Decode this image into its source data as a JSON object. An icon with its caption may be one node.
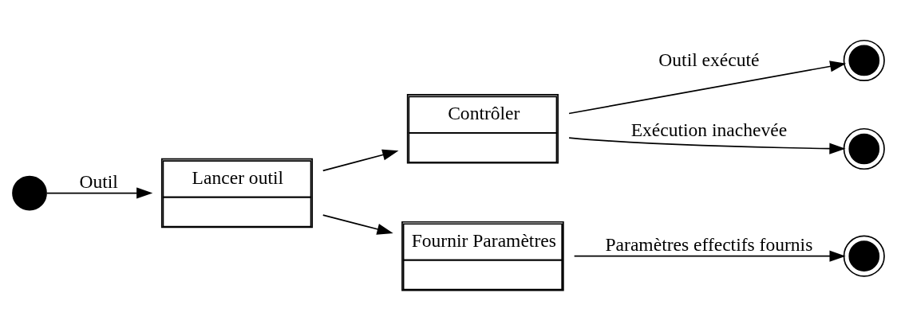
{
  "diagram": {
    "nodes": [
      {
        "text": [],
        "shape": "circle"
      },
      {
        "text": [
          "Lancer outil"
        ]
      },
      {
        "text": [
          "Contrôler"
        ]
      },
      {
        "text": [],
        "shape": "bullseye"
      },
      {
        "text": [],
        "shape": "bullseye"
      },
      {
        "text": [
          "Fournir Paramètres"
        ]
      },
      {
        "text": [],
        "shape": "bullseye"
      }
    ],
    "edges": [
      {
        "from": 0,
        "to": 1,
        "arrow": "to",
        "label": "Outil"
      },
      {
        "from": 1,
        "to": 2,
        "arrow": "to"
      },
      {
        "from": 2,
        "to": 3,
        "arrow": "to",
        "label": "Outil exécuté"
      },
      {
        "from": 2,
        "to": 4,
        "arrow": "to",
        "label": "Exécution inachevée"
      },
      {
        "from": 1,
        "to": 5,
        "arrow": "to"
      },
      {
        "from": 5,
        "to": 6,
        "arrow": "to",
        "label": "Paramètres effectifs fournis"
      }
    ]
  }
}
